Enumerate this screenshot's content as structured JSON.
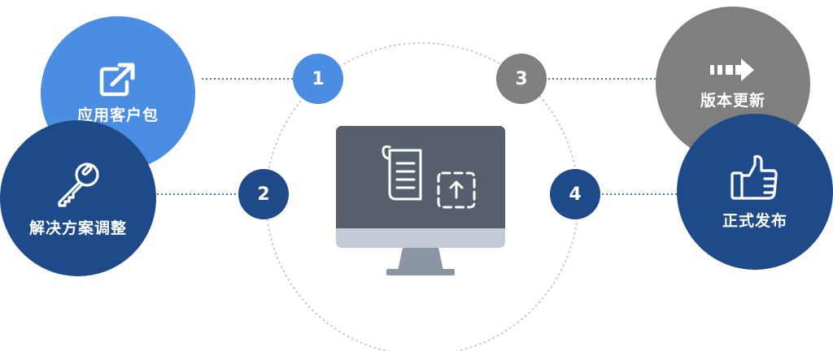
{
  "steps": [
    {
      "number": "1",
      "label": "应用客户包",
      "icon": "external-link-icon",
      "color": "#4a8de3"
    },
    {
      "number": "2",
      "label": "解决方案调整",
      "icon": "key-icon",
      "color": "#1e4a8a"
    },
    {
      "number": "3",
      "label": "版本更新",
      "icon": "arrow-right-icon",
      "color": "#7f7f7f"
    },
    {
      "number": "4",
      "label": "正式发布",
      "icon": "thumbs-up-icon",
      "color": "#1e4a8a"
    }
  ],
  "center": {
    "icon": "monitor-upload-icon"
  },
  "colors": {
    "line": "#4a72b5",
    "ring": "#c8c8c8",
    "monitor_screen": "#575f6d",
    "monitor_bezel": "#c3cbd6",
    "monitor_stand": "#8b95a5"
  }
}
